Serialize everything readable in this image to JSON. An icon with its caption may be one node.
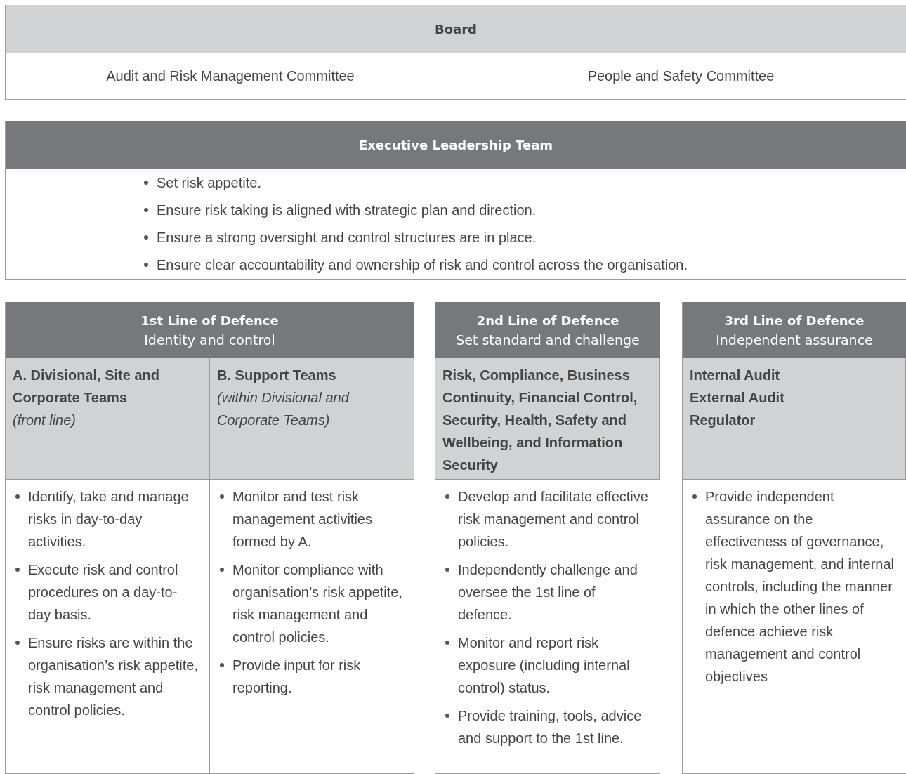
{
  "diagram": {
    "nodes": [
      {
        "text": [
          "Board"
        ]
      },
      {
        "text": [
          "Audit and Risk Management Committee"
        ],
        "in": 0
      },
      {
        "text": [
          "People and Safety Committee"
        ],
        "in": 0
      },
      {
        "text": [
          "Executive Leadership Team",
          "Set risk appetite.",
          "Ensure risk taking is aligned with strategic plan and direction.",
          "Ensure a strong oversight and control structures are in place.",
          "Ensure clear accountability and ownership of risk and control across the organisation."
        ]
      },
      {
        "text": [
          "1st Line of Defence",
          "Identity and control"
        ]
      },
      {
        "text": [
          "A. Divisional, Site and Corporate Teams",
          "(front line)",
          "Identify, take and manage risks in day-to-day activities.",
          "Execute risk and control procedures on a day-to-day basis.",
          "Ensure risks are within the organisation’s risk appetite, risk management and control policies."
        ],
        "in": 4
      },
      {
        "text": [
          "B. Support Teams",
          "(within Divisional and Corporate Teams)",
          "Monitor and test risk management activities formed by A.",
          "Monitor compliance with organisation’s risk appetite, risk management and control policies.",
          "Provide input for risk reporting."
        ],
        "in": 4
      },
      {
        "text": [
          "2nd Line of Defence",
          "Set standard and challenge",
          "Risk, Compliance, Business Continuity, Financial Control, Security, Health, Safety and Wellbeing, and Information Security",
          "Develop and facilitate effective risk management and control policies.",
          "Independently challenge and oversee the 1st line of defence.",
          "Monitor and report risk exposure (including internal control) status.",
          "Provide training, tools, advice and support to the 1st line."
        ]
      },
      {
        "text": [
          "3rd Line of Defence",
          "Independent assurance",
          "Internal Audit",
          "External Audit",
          "Regulator",
          "Provide independent assurance on the effectiveness of governance, risk management, and internal controls, including the manner in which the other lines of defence achieve risk management and control objectives"
        ]
      }
    ]
  }
}
